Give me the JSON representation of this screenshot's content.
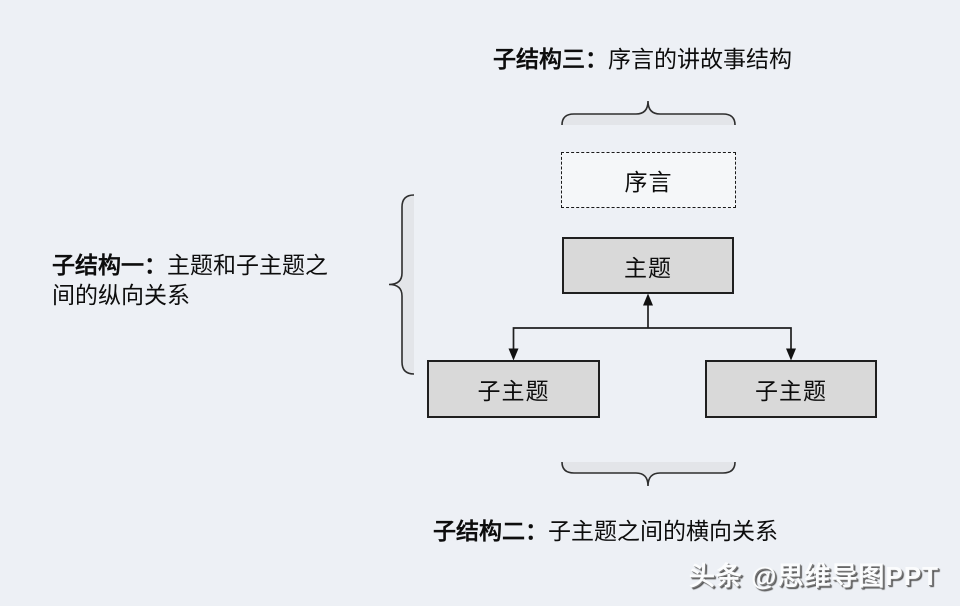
{
  "labels": {
    "top": {
      "bold": "子结构三：",
      "rest": "序言的讲故事结构"
    },
    "left": {
      "bold": "子结构一：",
      "rest_line1": "主题和子主题之",
      "rest_line2": "间的纵向关系"
    },
    "bottom": {
      "bold": "子结构二：",
      "rest": "子主题之间的横向关系"
    }
  },
  "nodes": {
    "preface": "序言",
    "topic": "主题",
    "subtopic_left": "子主题",
    "subtopic_right": "子主题"
  },
  "watermark": "头条 @思维导图PPT",
  "colors": {
    "background": "#edf0f5",
    "node_fill": "#d9d9d9",
    "node_border": "#1f1f1f",
    "brace_fill": "#e3e5e9",
    "line": "#1f1f1f"
  }
}
